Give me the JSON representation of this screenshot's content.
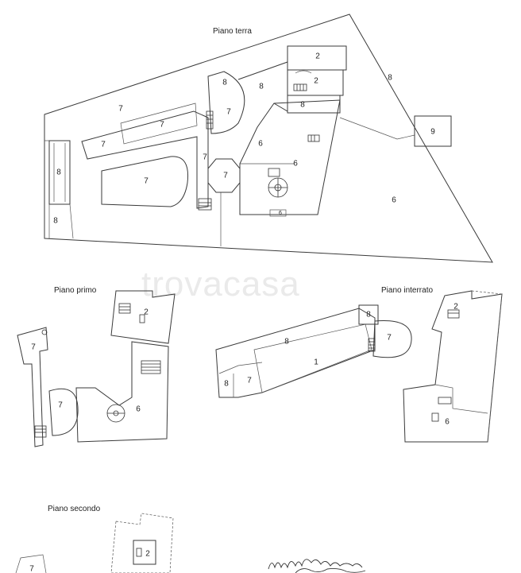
{
  "watermark": "trovacasa",
  "floors": {
    "terra": {
      "title": "Piano terra",
      "rooms": [
        "7",
        "7",
        "7",
        "7",
        "7",
        "7",
        "7",
        "8",
        "8",
        "8",
        "8",
        "8",
        "2",
        "2",
        "8",
        "6",
        "6",
        "6",
        "9",
        "6"
      ]
    },
    "primo": {
      "title": "Piano primo",
      "rooms": [
        "2",
        "7",
        "7",
        "6"
      ]
    },
    "interrato": {
      "title": "Piano interrato",
      "rooms": [
        "8",
        "8",
        "7",
        "1",
        "8",
        "7",
        "2",
        "6"
      ]
    },
    "secondo": {
      "title": "Piano secondo",
      "rooms": [
        "2",
        "7"
      ]
    }
  },
  "signature": "marzia"
}
